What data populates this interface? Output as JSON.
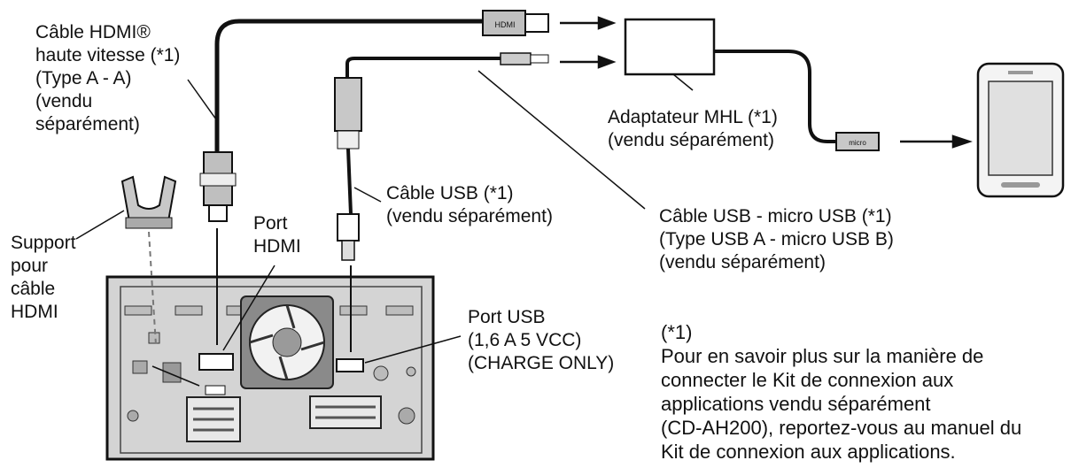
{
  "labels": {
    "hdmi_cable": [
      "Câble HDMI®",
      "haute vitesse (*1)",
      "(Type A - A)",
      "(vendu",
      "séparément)"
    ],
    "hdmi_support": [
      "Support",
      "pour",
      "câble",
      "HDMI"
    ],
    "hdmi_port": [
      "Port",
      "HDMI"
    ],
    "usb_cable": [
      "Câble USB (*1)",
      "(vendu séparément)"
    ],
    "usb_micro_cable": [
      "Câble USB - micro USB (*1)",
      "(Type USB A - micro USB B)",
      "(vendu séparément)"
    ],
    "mhl_adapter": [
      "Adaptateur MHL (*1)",
      "(vendu séparément)"
    ],
    "usb_port": [
      "Port USB",
      "(1,6 A 5 VCC)",
      "(CHARGE ONLY)"
    ]
  },
  "note": {
    "marker": "(*1)",
    "lines": [
      "Pour en savoir plus sur la manière de",
      "connecter le Kit de connexion aux",
      "applications vendu séparément",
      "(CD-AH200), reportez-vous au manuel du",
      "Kit de connexion aux applications."
    ]
  },
  "connector_text": {
    "hdmi_plug": "HDMI",
    "mhl_plug": "micro"
  }
}
